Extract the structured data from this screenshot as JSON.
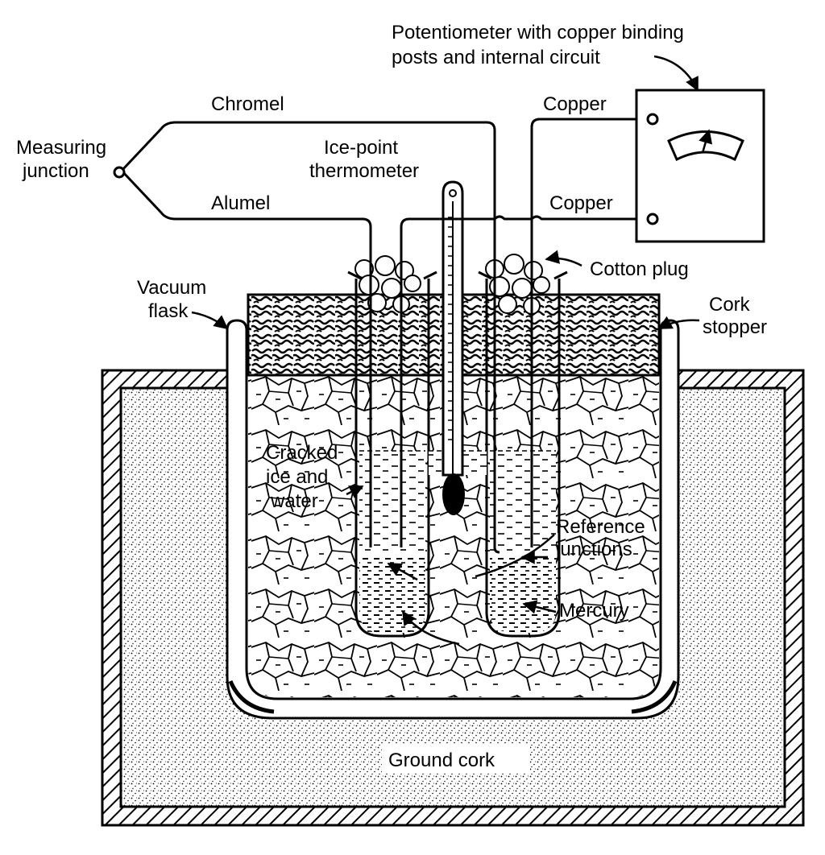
{
  "labels": {
    "potentiometer_line1": "Potentiometer with copper binding",
    "potentiometer_line2": "posts and internal circuit",
    "chromel": "Chromel",
    "alumel": "Alumel",
    "copper_top": "Copper",
    "copper_bottom": "Copper",
    "measuring_line1": "Measuring",
    "measuring_line2": "junction",
    "thermometer_line1": "Ice-point",
    "thermometer_line2": "thermometer",
    "cotton_plug": "Cotton plug",
    "vacuum_line1": "Vacuum",
    "vacuum_line2": "flask",
    "cork_line1": "Cork",
    "cork_line2": "stopper",
    "ice_line1": "Cracked",
    "ice_line2": "ice and",
    "ice_line3": "water",
    "reference_line1": "Reference",
    "reference_line2": "junctions",
    "mercury": "Mercury",
    "ground_cork": "Ground cork"
  }
}
